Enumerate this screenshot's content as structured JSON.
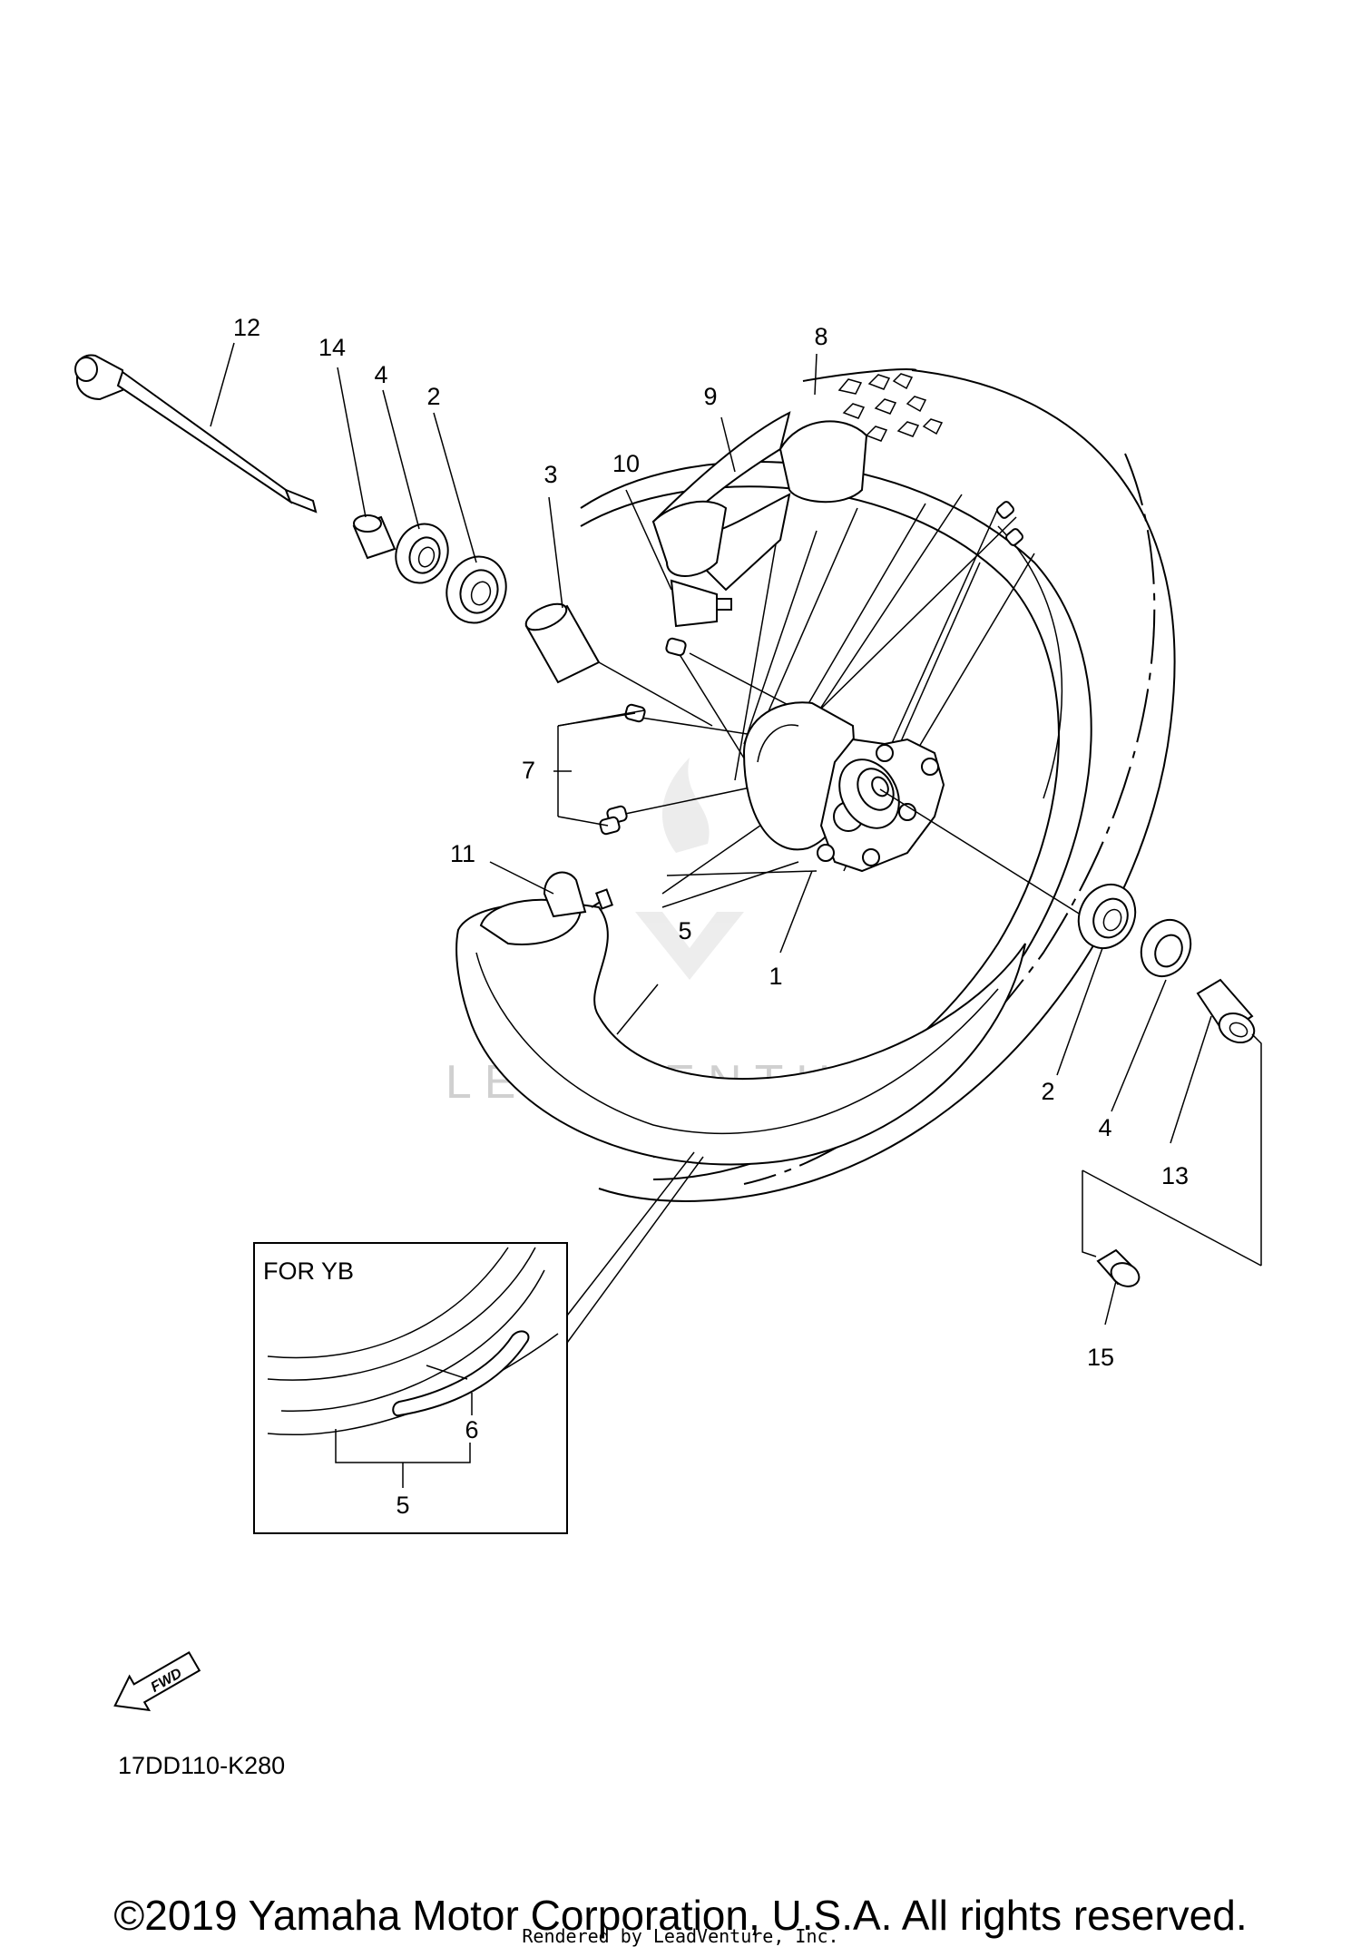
{
  "labels": {
    "p1": "1",
    "p2a": "2",
    "p2b": "2",
    "p3": "3",
    "p4a": "4",
    "p4b": "4",
    "p5a": "5",
    "p5b": "5",
    "p6": "6",
    "p7": "7",
    "p8": "8",
    "p9": "9",
    "p10": "10",
    "p11": "11",
    "p12": "12",
    "p13": "13",
    "p14": "14",
    "p15": "15"
  },
  "inset_title": "FOR YB",
  "fwd_label": "FWD",
  "diagram_code": "17DD110-K280",
  "watermark": "LEADVENTURE",
  "copyright": "©2019 Yamaha Motor Corporation, U.S.A. All rights reserved.",
  "rendered_by": "Rendered by LeadVenture, Inc."
}
